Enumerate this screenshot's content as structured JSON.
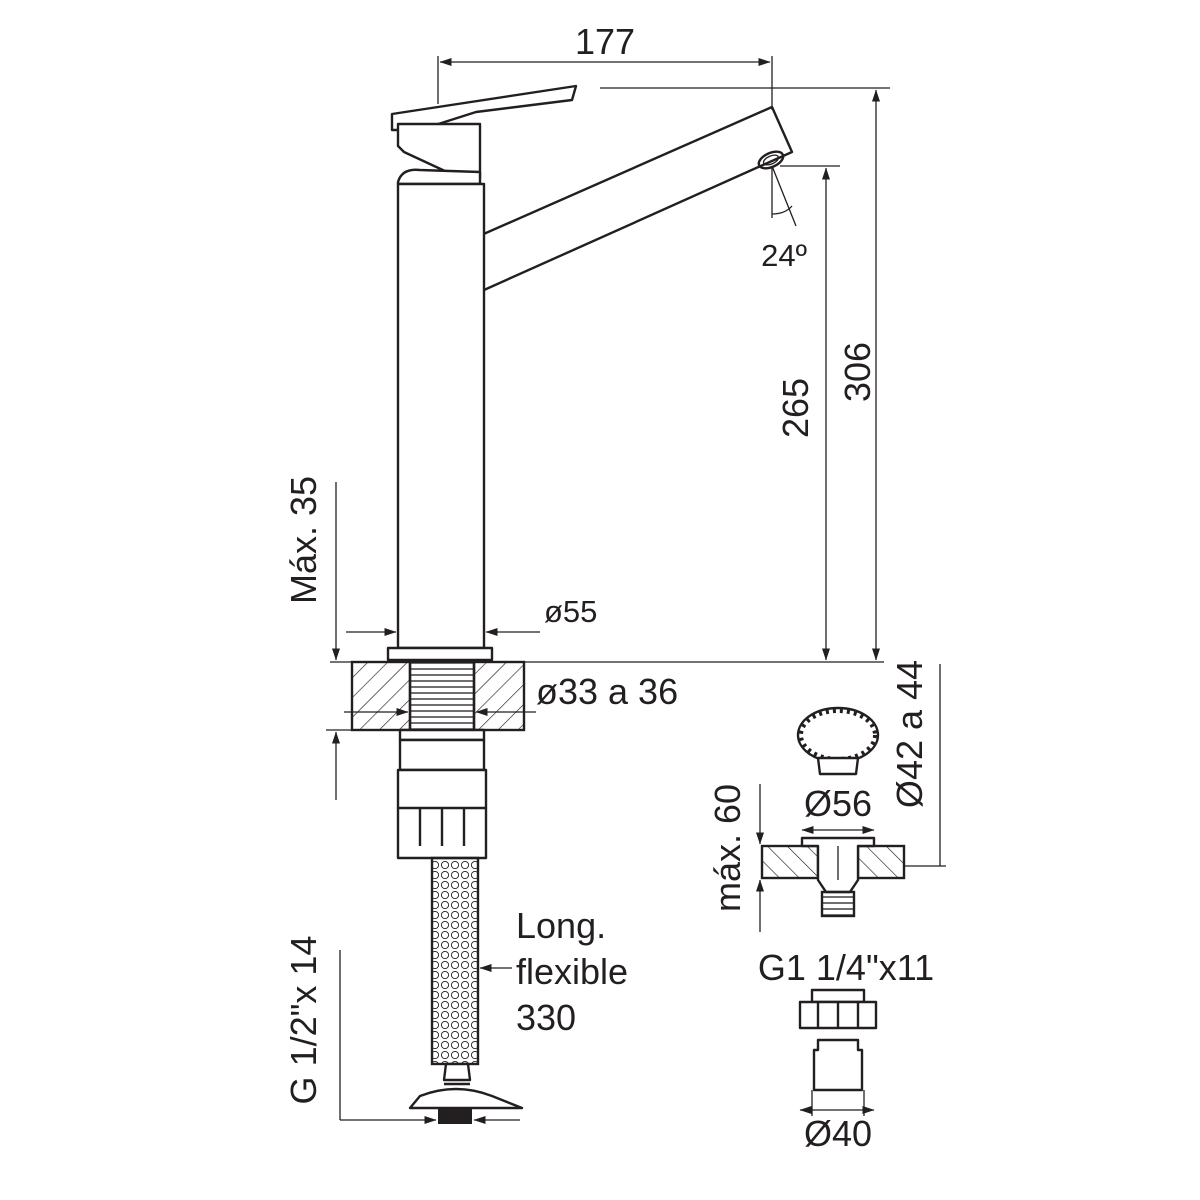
{
  "dimensions": {
    "width_177": "177",
    "height_306": "306",
    "height_265": "265",
    "angle": "24º",
    "max_35": "Máx. 35",
    "dia_55": "ø55",
    "dia_33_36": "ø33 a 36",
    "thread_g12": "G 1/2\"x 14",
    "hose_line1": "Long.",
    "hose_line2": "flexible",
    "hose_line3": "330",
    "dia_42_44": "Ø42 a 44",
    "dia_56": "Ø56",
    "max_60": "máx. 60",
    "thread_g114": "G1 1/4\"x11",
    "dia_40": "Ø40"
  },
  "colors": {
    "line": "#231f20",
    "background": "#ffffff"
  }
}
